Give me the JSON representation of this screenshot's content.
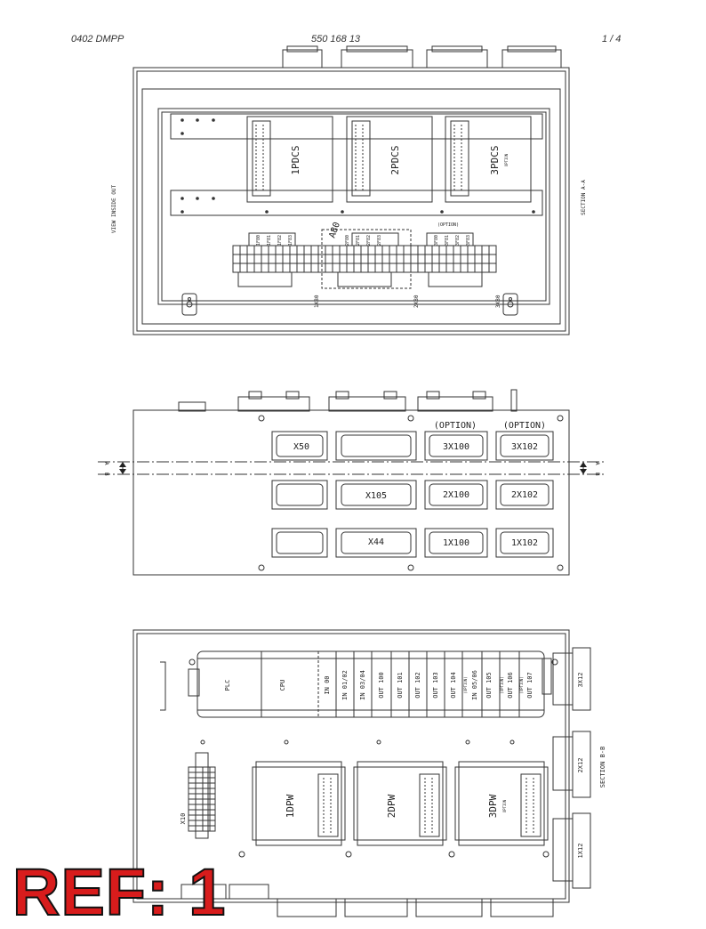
{
  "header": {
    "doc_code": "0402 DMPP",
    "part_number": "550 168 13",
    "page": "1 /  4"
  },
  "view1": {
    "side_label": "VIEW INSIDE OUT",
    "section_label": "SECTION A-A",
    "modules": [
      "1PDCS",
      "2PDCS",
      "3PDCS"
    ],
    "module_option": "OPTION",
    "a80": "A80",
    "option_group": "(OPTION)",
    "fuses_1": [
      "1F80",
      "1F81",
      "1F82",
      "1F83"
    ],
    "fuses_2": [
      "2F80",
      "2F81",
      "2F82",
      "2F83"
    ],
    "fuses_3": [
      "3F80",
      "3F81",
      "3F82",
      "3F83"
    ],
    "terminals": [
      "1X80",
      "2X80",
      "3X80"
    ]
  },
  "view2": {
    "option_1": "(OPTION)",
    "option_2": "(OPTION)",
    "row1": [
      "X50",
      "",
      "3X100",
      "3X102"
    ],
    "row2": [
      "",
      "X105",
      "2X100",
      "2X102"
    ],
    "row3": [
      "",
      "X44",
      "1X100",
      "1X102"
    ],
    "section_a": "A",
    "section_b": "B"
  },
  "view3": {
    "plc_slots": [
      "PLC",
      "CPU",
      "IN 00",
      "IN 01/02",
      "IN 03/04",
      "OUT 100",
      "OUT 101",
      "OUT 102",
      "OUT 103",
      "OUT 104",
      "(OPTION)",
      "IN 05/06",
      "(OPTION)",
      "OUT 106",
      "(OPTION)",
      "OUT 107"
    ],
    "plc_slot_105": "OUT 105",
    "drives": [
      "1DPW",
      "2DPW",
      "3DPW"
    ],
    "drive_option": "OPTION",
    "connectors": [
      "3X12",
      "2X12",
      "1X12"
    ],
    "x10": "X10",
    "section_label": "SECTION B-B"
  },
  "stamp": "REF: 1"
}
